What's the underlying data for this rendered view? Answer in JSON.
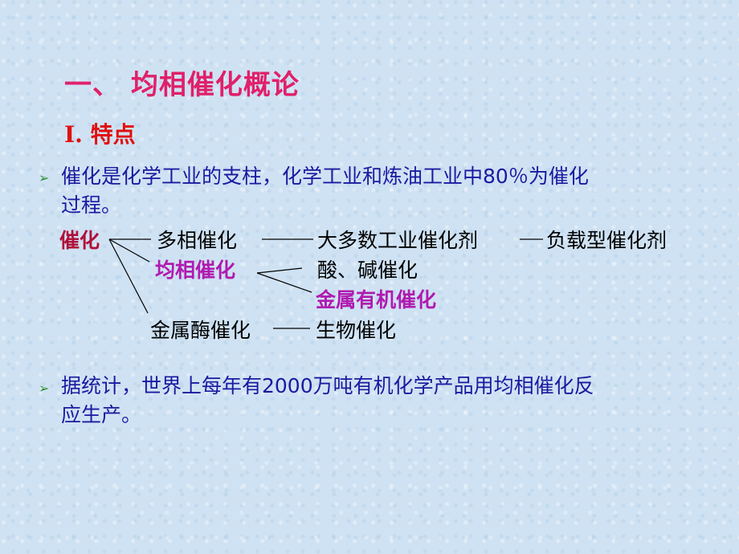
{
  "heading": "一、 均相催化概论",
  "subheading": "I. 特点",
  "bullets": [
    {
      "line1": "催化是化学工业的支柱，化学工业和炼油工业中80％为催化",
      "line2": "过程。"
    },
    {
      "line1": "据统计，世界上每年有2000万吨有机化学产品用均相催化反",
      "line2": "应生产。"
    }
  ],
  "diagram": {
    "root": "催化",
    "multiphase": "多相催化",
    "multiphase_target": "大多数工业催化剂",
    "multiphase_target2": "负载型催化剂",
    "homogeneous": "均相催化",
    "acid_base": "酸、碱催化",
    "organometallic": "金属有机催化",
    "metalloenzyme": "金属酶催化",
    "biological": "生物催化"
  },
  "colors": {
    "title": "#e0206a",
    "subtitle": "#e01010",
    "bullet_text": "#1a1aa0",
    "bullet_marker": "#2e8b2e",
    "root": "#b0103a",
    "highlight": "#b01ab0"
  }
}
